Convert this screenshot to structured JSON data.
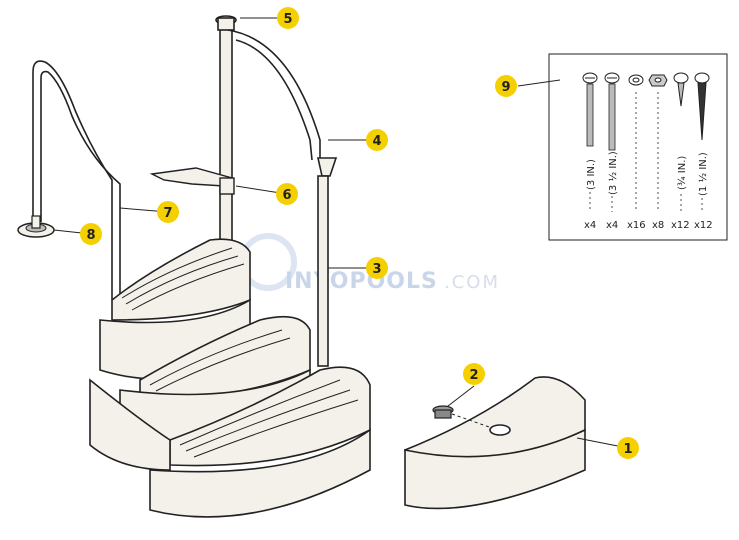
{
  "callouts": [
    "1",
    "2",
    "3",
    "4",
    "5",
    "6",
    "7",
    "8",
    "9"
  ],
  "watermark": {
    "brand": "INYOPOOLS",
    "suffix": ".COM"
  },
  "hardware": {
    "items": [
      {
        "icon": "phillips-screw-icon",
        "size": "(3 IN.)",
        "qty": "x4"
      },
      {
        "icon": "phillips-screw-icon",
        "size": "(3 ½ IN.)",
        "qty": "x4"
      },
      {
        "icon": "washer-icon",
        "size": "",
        "qty": "x16"
      },
      {
        "icon": "nut-icon",
        "size": "",
        "qty": "x8"
      },
      {
        "icon": "short-wood-screw-icon",
        "size": "(¾ IN.)",
        "qty": "x12"
      },
      {
        "icon": "long-wood-screw-icon",
        "size": "(1 ½ IN.)",
        "qty": "x12"
      }
    ]
  },
  "colors": {
    "callout": "#f5d000",
    "line": "#222222",
    "body": "#f4f1ea"
  }
}
